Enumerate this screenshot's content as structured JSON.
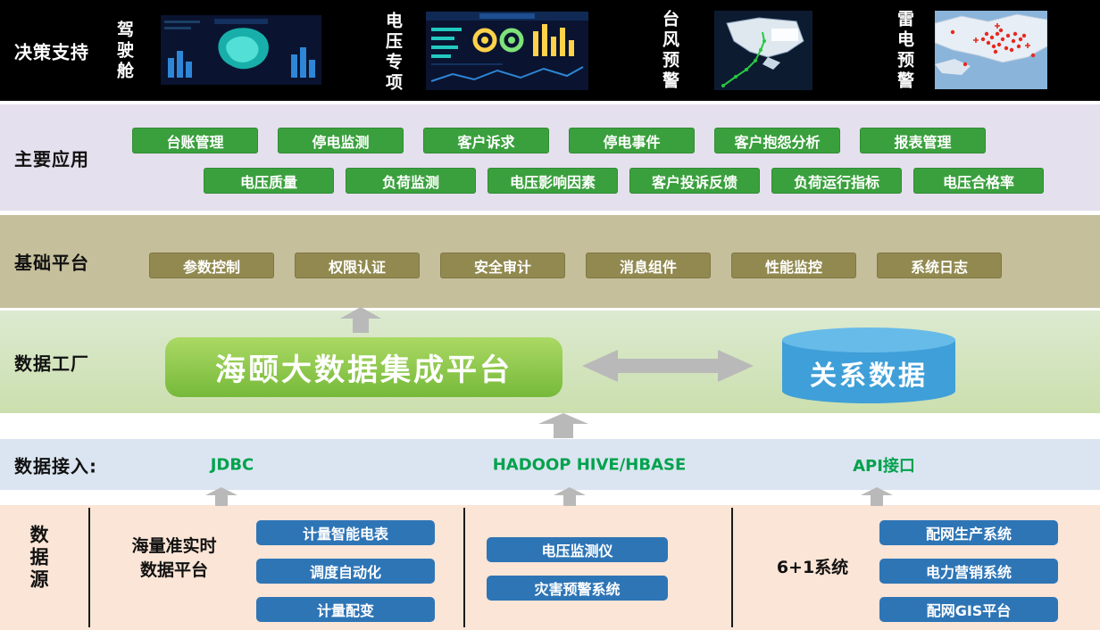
{
  "colors": {
    "decision_band_bg": "#000000",
    "applications_band_bg": "#E5E0ED",
    "application_button_green": "#3AA03D",
    "platform_band_bg": "#C6BF9B",
    "platform_button_olive": "#91894F",
    "factory_band_bg": "#D5E4BF",
    "integration_platform_green": "#7DBB3C",
    "relational_data_blue": "#41A3DA",
    "access_band_bg": "#DBE5F1",
    "access_text_green": "#00A24D",
    "source_band_bg": "#FBE5D6",
    "source_button_blue": "#2E75B6",
    "arrow_gray": "#BDBDBD"
  },
  "decision": {
    "label": "决策支持",
    "screens": [
      {
        "label": "驾驶舱",
        "icon": "cockpit-dashboard-thumbnail"
      },
      {
        "label": "电压专项",
        "icon": "voltage-dashboard-thumbnail"
      },
      {
        "label": "台风预警",
        "icon": "typhoon-map-thumbnail"
      },
      {
        "label": "雷电预警",
        "icon": "lightning-map-thumbnail"
      }
    ]
  },
  "applications": {
    "label": "主要应用",
    "row1": [
      "台账管理",
      "停电监测",
      "客户诉求",
      "停电事件",
      "客户抱怨分析",
      "报表管理"
    ],
    "row2": [
      "电压质量",
      "负荷监测",
      "电压影响因素",
      "客户投诉反馈",
      "负荷运行指标",
      "电压合格率"
    ]
  },
  "platform": {
    "label": "基础平台",
    "items": [
      "参数控制",
      "权限认证",
      "安全审计",
      "消息组件",
      "性能监控",
      "系统日志"
    ]
  },
  "factory": {
    "label": "数据工厂",
    "integration_platform": "海颐大数据集成平台",
    "relational_data": "关系数据"
  },
  "access": {
    "label": "数据接入:",
    "jdbc": "JDBC",
    "hadoop": "HADOOP HIVE/HBASE",
    "api": "API接口"
  },
  "source": {
    "label": "数据源",
    "realtime_title_line1": "海量准实时",
    "realtime_title_line2": "数据平台",
    "realtime_items": [
      "计量智能电表",
      "调度自动化",
      "计量配变"
    ],
    "monitor_items": [
      "电压监测仪",
      "灾害预警系统"
    ],
    "systems_title": "6+1系统",
    "systems_items": [
      "配网生产系统",
      "电力营销系统",
      "配网GIS平台"
    ]
  }
}
